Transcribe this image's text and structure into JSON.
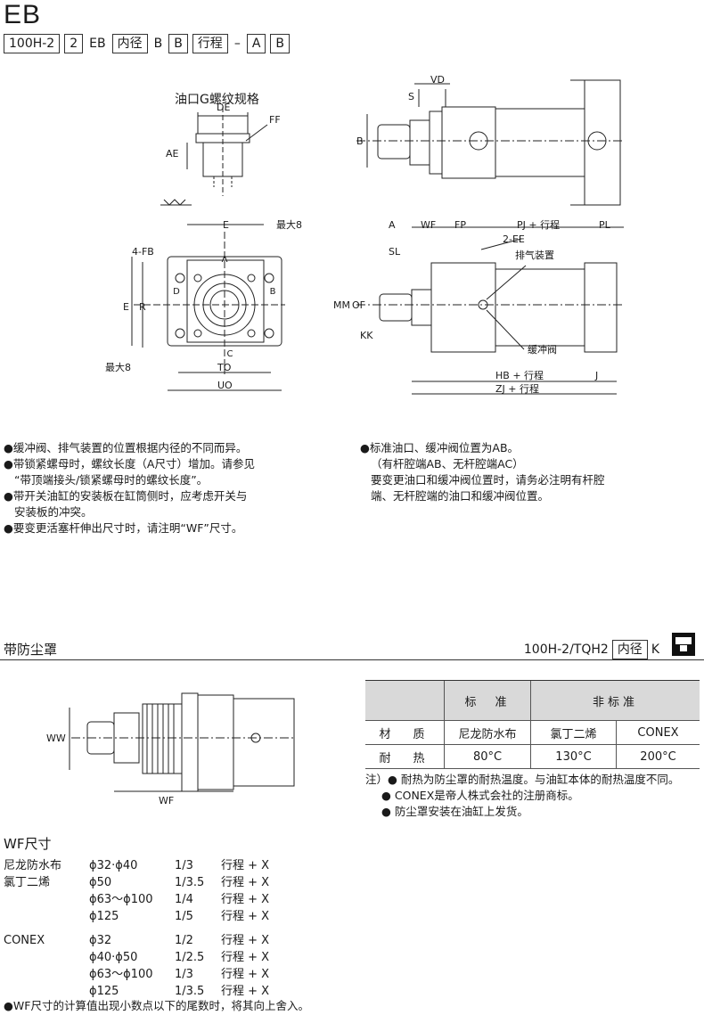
{
  "header": {
    "title": "EB",
    "code_parts": [
      {
        "text": "100H-2",
        "boxed": true
      },
      {
        "text": "2",
        "boxed": true
      },
      {
        "text": "EB",
        "boxed": false
      },
      {
        "text": "内径",
        "boxed": true
      },
      {
        "text": "B",
        "boxed": false
      },
      {
        "text": "B",
        "boxed": true
      },
      {
        "text": "行程",
        "boxed": true
      },
      {
        "text": "–",
        "boxed": false
      },
      {
        "text": "A",
        "boxed": true
      },
      {
        "text": "B",
        "boxed": true
      }
    ]
  },
  "drawing_labels": {
    "port_title": "油口G螺纹规格",
    "de": "DE",
    "ff": "FF",
    "ae": "AE",
    "vd": "VD",
    "s": "S",
    "b": "B",
    "e": "E",
    "max8": "最大8",
    "fb": "4-FB",
    "r": "R",
    "to": "TO",
    "uo": "UO",
    "a_circle": "A",
    "b_circle": "B",
    "c_circle": "C",
    "d_circle": "D",
    "a": "A",
    "wf": "WF",
    "fp": "FP",
    "pj": "PJ + 行程",
    "pl": "PL",
    "ee": "2-EE",
    "sl": "SL",
    "vent": "排气装置",
    "mm": "MM",
    "of": "OF",
    "kk": "KK",
    "cushion": "缓冲阀",
    "hb": "HB + 行程",
    "j": "J",
    "zj": "ZJ + 行程"
  },
  "notes_left": [
    "●缓冲阀、排气装置的位置根据内径的不同而异。",
    "●带锁紧螺母时，螺纹长度（A尺寸）增加。请参见",
    "“带顶端接头/锁紧螺母时的螺纹长度”。",
    "●带开关油缸的安装板在缸筒侧时，应考虑开关与",
    "安装板的冲突。",
    "●要变更活塞杆伸出尺寸时，请注明“WF”尺寸。"
  ],
  "notes_right": [
    "●标准油口、缓冲阀位置为AB。",
    "（有杆腔端AB、无杆腔端AC）",
    "要变更油口和缓冲阀位置时，请务必注明有杆腔",
    "端、无杆腔端的油口和缓冲阀位置。"
  ],
  "section2": {
    "title": "带防尘罩",
    "code_left": "100H-2/TQH2",
    "code_box": "内径",
    "code_right": "K"
  },
  "boot_drawing": {
    "ww": "WW",
    "wf": "WF"
  },
  "table": {
    "headers": [
      "",
      "标　准",
      "非标准"
    ],
    "rows": [
      [
        "材　质",
        "尼龙防水布",
        "氯丁二烯",
        "CONEX"
      ],
      [
        "耐　热",
        "80°C",
        "130°C",
        "200°C"
      ]
    ]
  },
  "table_notes": [
    "注）● 耐热为防尘罩的耐热温度。与油缸本体的耐热温度不同。",
    "● CONEX是帝人株式会社的注册商标。",
    "● 防尘罩安装在油缸上发货。"
  ],
  "wf_size": {
    "title": "WF尺寸",
    "groups": [
      {
        "material": [
          "尼龙防水布",
          "氯丁二烯"
        ],
        "rows": [
          [
            "ϕ32·ϕ40",
            "1/3",
            "行程 + X"
          ],
          [
            "ϕ50",
            "1/3.5",
            "行程 + X"
          ],
          [
            "ϕ63～ϕ100",
            "1/4",
            "行程 + X"
          ],
          [
            "ϕ125",
            "1/5",
            "行程 + X"
          ]
        ]
      },
      {
        "material": [
          "CONEX",
          ""
        ],
        "rows": [
          [
            "ϕ32",
            "1/2",
            "行程 + X"
          ],
          [
            "ϕ40·ϕ50",
            "1/2.5",
            "行程 + X"
          ],
          [
            "ϕ63～ϕ100",
            "1/3",
            "行程 + X"
          ],
          [
            "ϕ125",
            "1/3.5",
            "行程 + X"
          ]
        ]
      }
    ],
    "footnote": "●WF尺寸的计算值出现小数点以下的尾数时，将其向上舍入。"
  }
}
